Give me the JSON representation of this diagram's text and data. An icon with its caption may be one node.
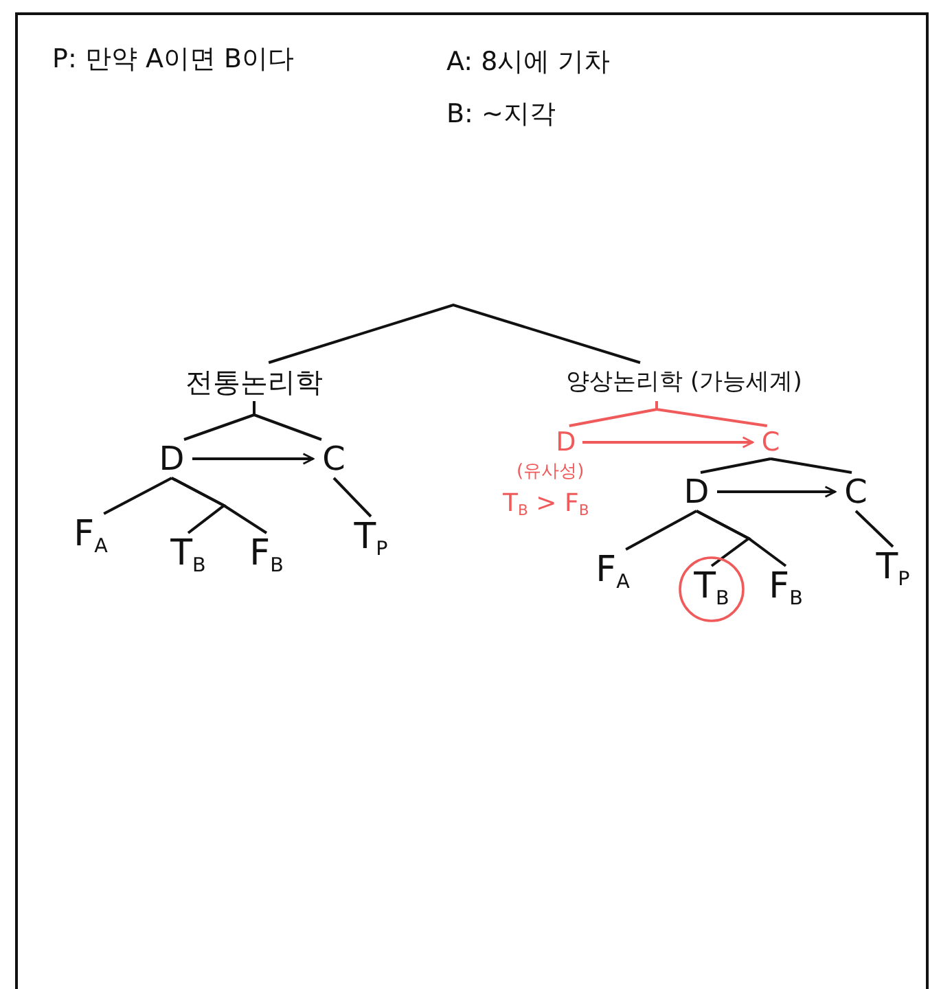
{
  "diagram": {
    "nodes": [
      {
        "text": [
          "전통논리학"
        ]
      },
      {
        "text": [
          "양상논리학 (가능세계)"
        ]
      },
      {
        "text": [
          "D"
        ]
      },
      {
        "text": [
          "C"
        ]
      },
      {
        "text": [
          "F$_{A}$"
        ]
      },
      {
        "text": [
          "T$_{B}$"
        ]
      },
      {
        "text": [
          "F$_{B}$"
        ]
      },
      {
        "text": [
          "T$_{P}$"
        ]
      },
      {
        "text": [
          "D"
        ],
        "beside": [
          "(유사성)",
          "T$_{B}$ > F$_{B}$"
        ]
      },
      {
        "text": [
          "C"
        ]
      },
      {
        "text": [
          "D"
        ]
      },
      {
        "text": [
          "C"
        ]
      },
      {
        "text": [
          "F$_{A}$"
        ]
      },
      {
        "text": [
          "T$_{B}$"
        ]
      },
      {
        "text": [
          "F$_{B}$"
        ]
      },
      {
        "text": [
          "T$_{P}$"
        ]
      }
    ],
    "edges": [
      {
        "from": 0,
        "to": 1,
        "arrow": "none"
      },
      {
        "from": 0,
        "to": 2,
        "arrow": "none"
      },
      {
        "from": 0,
        "to": 3,
        "arrow": "none"
      },
      {
        "from": 2,
        "to": 3,
        "arrow": "to"
      },
      {
        "from": 2,
        "to": 4,
        "arrow": "none"
      },
      {
        "from": 2,
        "to": 5,
        "arrow": "none"
      },
      {
        "from": 2,
        "to": 6,
        "arrow": "none"
      },
      {
        "from": 3,
        "to": 7,
        "arrow": "none"
      },
      {
        "from": 1,
        "to": 8,
        "arrow": "none",
        "color": "#f05a5a"
      },
      {
        "from": 1,
        "to": 9,
        "arrow": "none",
        "color": "#f05a5a"
      },
      {
        "from": 8,
        "to": 9,
        "arrow": "to",
        "color": "#f05a5a"
      },
      {
        "from": 9,
        "to": 10,
        "arrow": "none"
      },
      {
        "from": 9,
        "to": 11,
        "arrow": "none"
      },
      {
        "from": 10,
        "to": 11,
        "arrow": "to"
      },
      {
        "from": 10,
        "to": 12,
        "arrow": "none"
      },
      {
        "from": 10,
        "to": 13,
        "arrow": "none"
      },
      {
        "from": 10,
        "to": 14,
        "arrow": "none"
      },
      {
        "from": 11,
        "to": 15,
        "arrow": "none"
      }
    ],
    "labels": [
      "P: 만약 A이면 B이다",
      "A: 8시에 기차",
      "B: ~지각"
    ]
  }
}
